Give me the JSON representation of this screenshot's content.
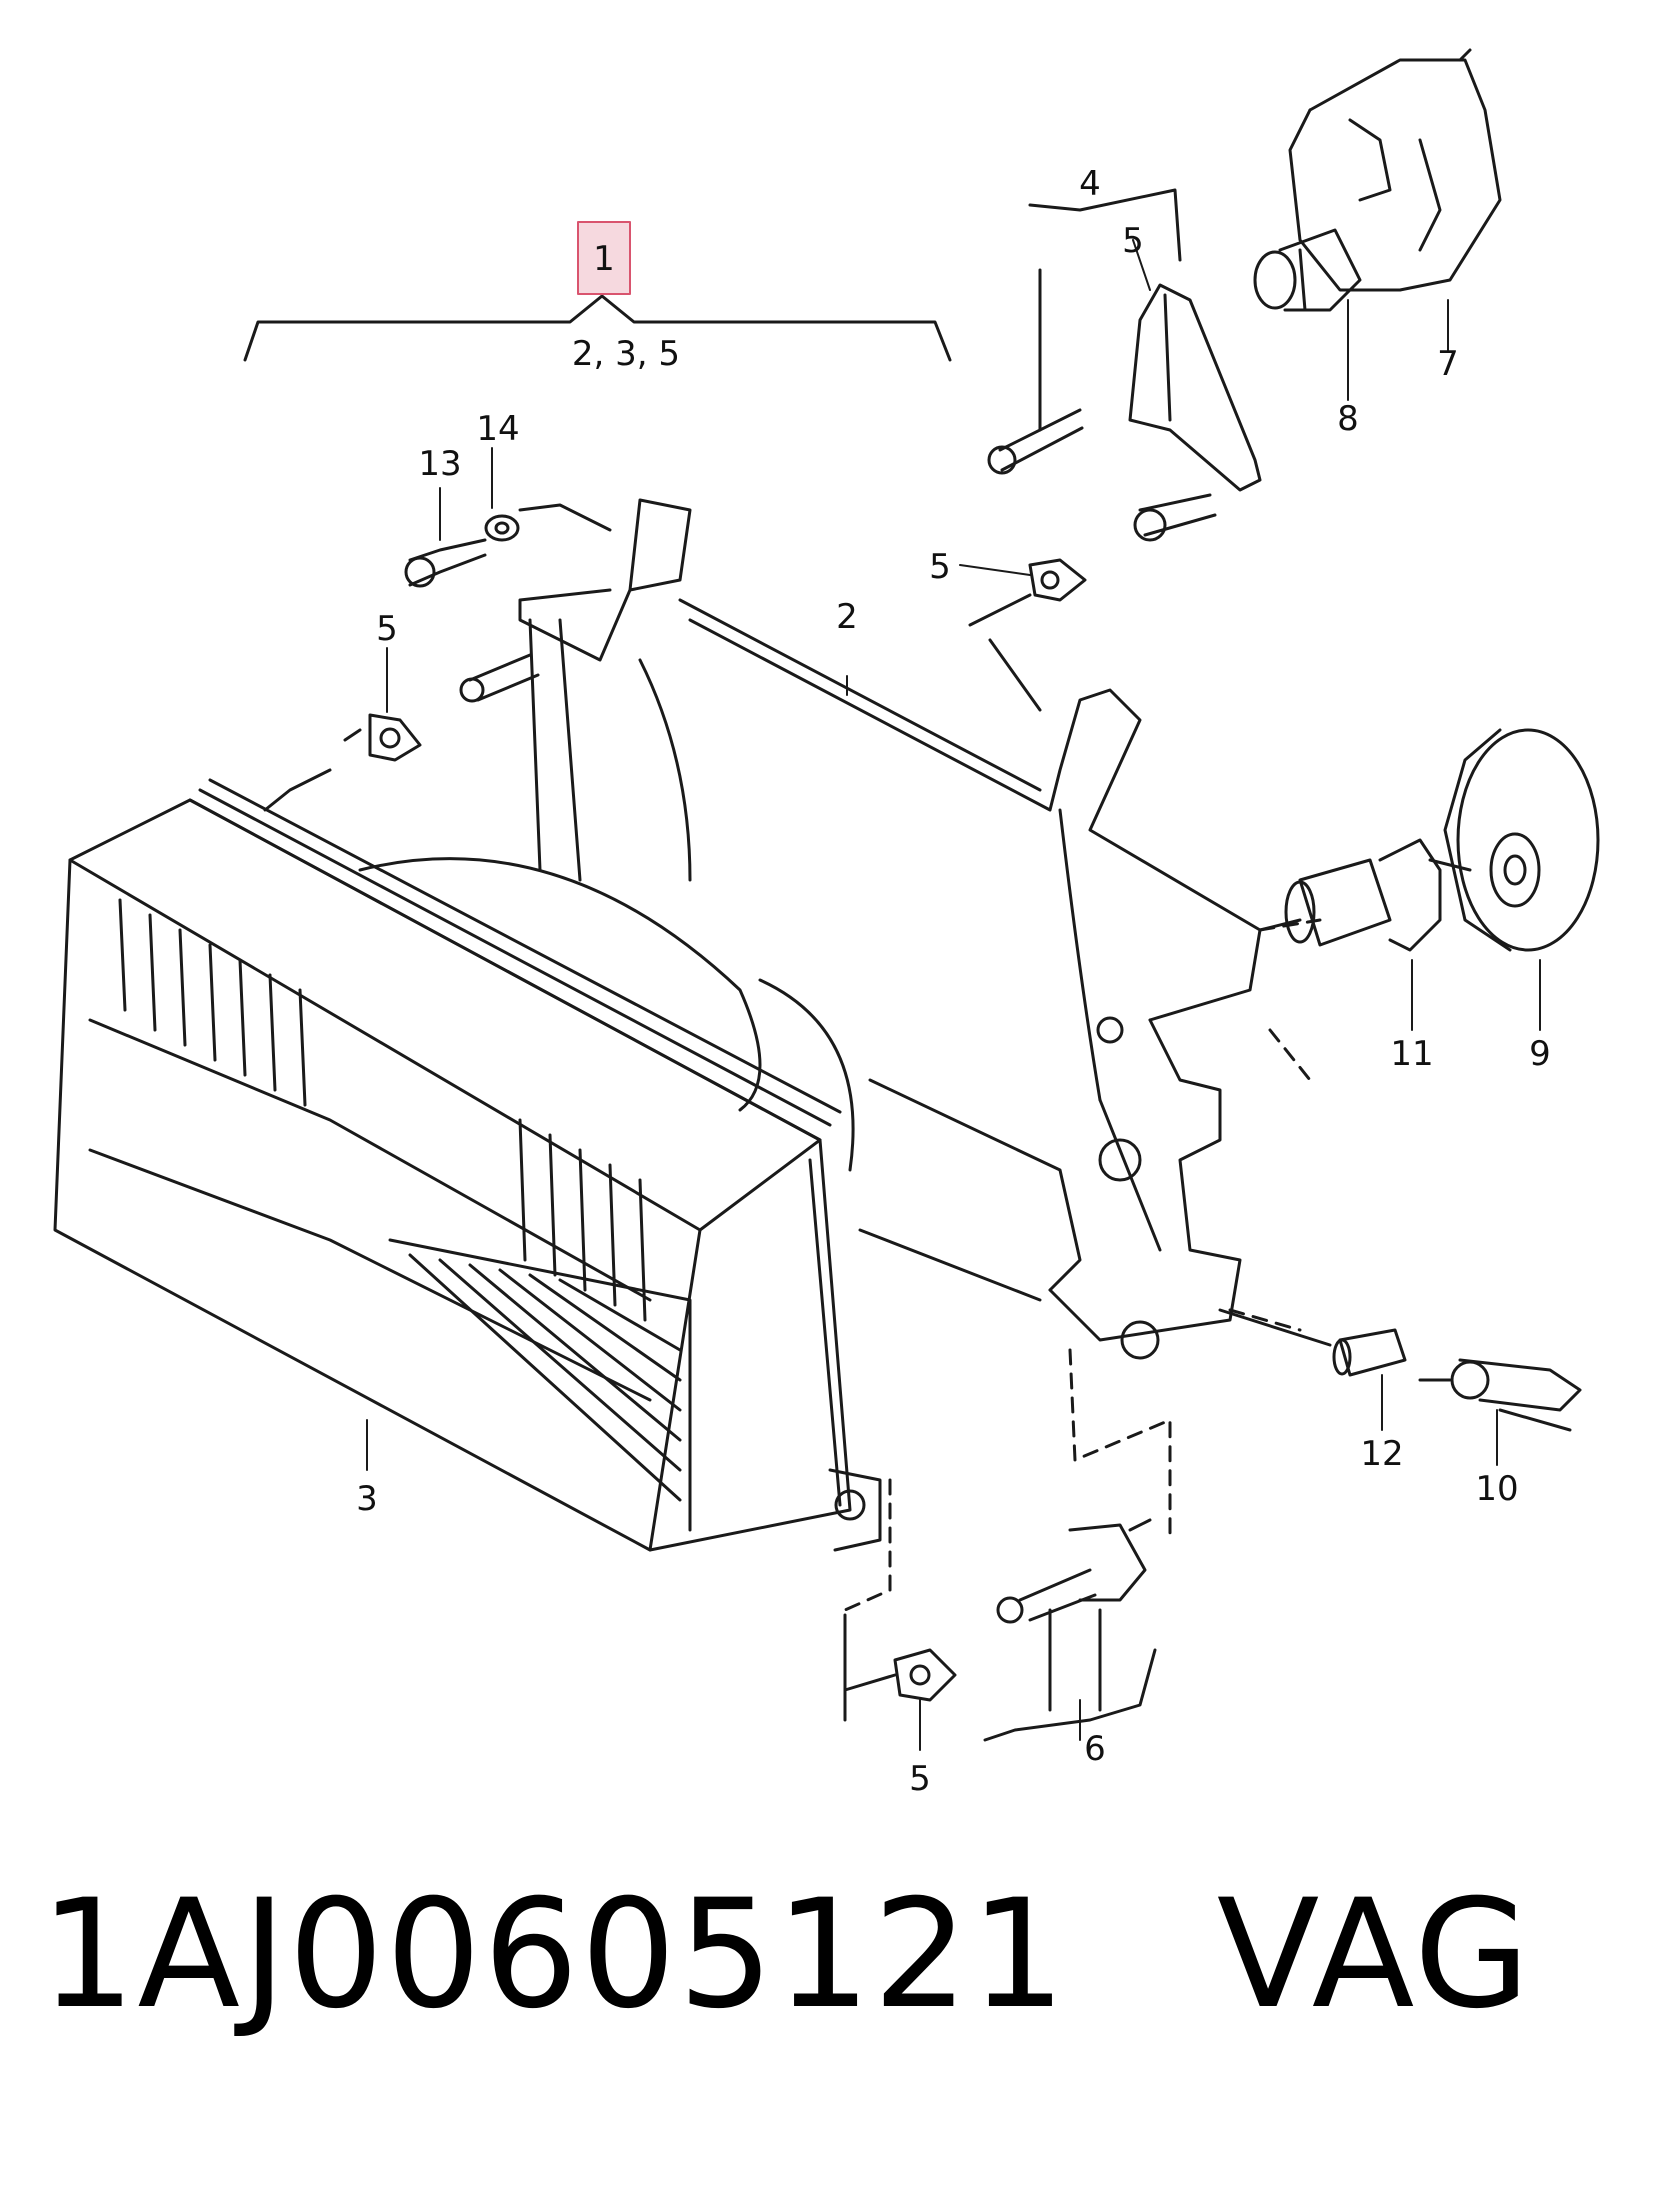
{
  "diagram": {
    "callouts": {
      "assembly": "1",
      "assembly_includes": "2, 3, 5",
      "frame": "2",
      "headlamp": "3",
      "screw_group": "4",
      "clip_upper_right": "5",
      "clip_mid_right": "5",
      "clip_left": "5",
      "clip_bottom": "5",
      "adjuster_screw": "6",
      "motor": "7",
      "motor_connector": "8",
      "cap": "9",
      "holder": "10",
      "bulb_h4": "11",
      "bulb_small": "12",
      "screw": "13",
      "washer": "14"
    },
    "highlighted_callout": "1",
    "colors": {
      "line": "#1a1a1a",
      "highlight_fill": "#f6d9df",
      "highlight_stroke": "#d9546e"
    }
  },
  "footer": {
    "caption": "1AJ00605121   VAG"
  }
}
